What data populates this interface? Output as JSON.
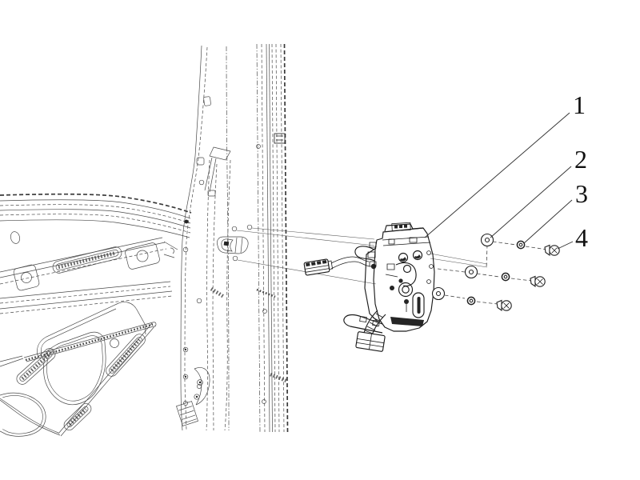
{
  "diagram": {
    "type": "exploded-parts-diagram",
    "subject": "vehicle door frame with door latch assembly and mounting fasteners",
    "colors": {
      "background": "#ffffff",
      "frame_line": "#4a4a4a",
      "part_line": "#1c1c1c",
      "label": "#111111"
    },
    "callouts": [
      {
        "label": "1"
      },
      {
        "label": "2"
      },
      {
        "label": "3"
      },
      {
        "label": "4"
      }
    ]
  }
}
